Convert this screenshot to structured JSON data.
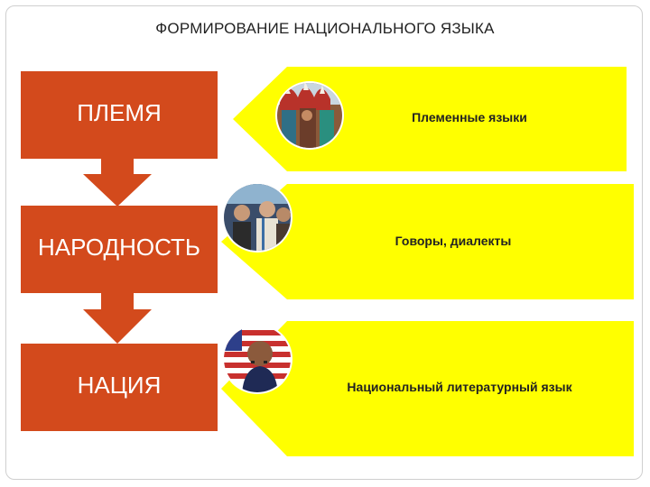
{
  "title": "ФОРМИРОВАНИЕ НАЦИОНАЛЬНОГО ЯЗЫКА",
  "colors": {
    "stage_fill": "#d34a1c",
    "label_fill": "#ffff00",
    "frame": "#cfcfcf"
  },
  "stages": [
    {
      "label": "ПЛЕМЯ",
      "description": "Племенные языки"
    },
    {
      "label": "НАРОДНОСТЬ",
      "description": "Говоры, диалекты"
    },
    {
      "label": "НАЦИЯ",
      "description": "Национальный литературный язык"
    }
  ]
}
